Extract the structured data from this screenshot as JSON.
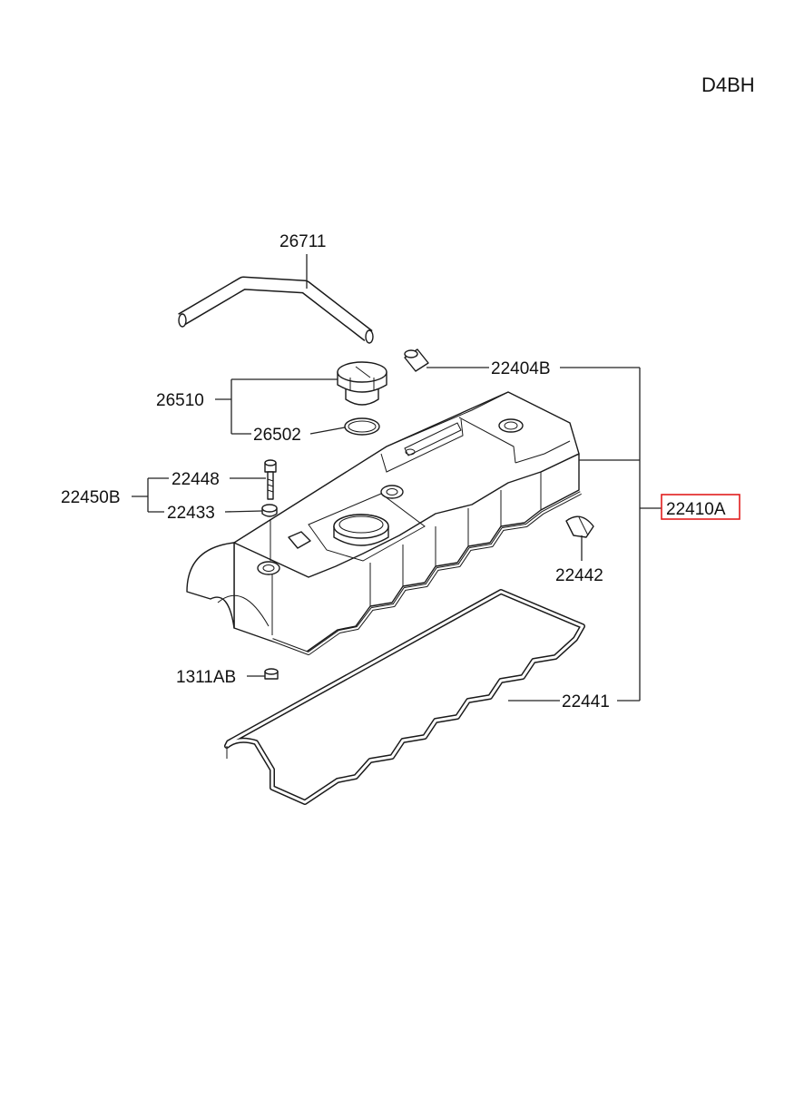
{
  "engine_code": "D4BH",
  "highlight_color": "#e11d1d",
  "highlighted_part": "22410A",
  "parts": {
    "hose": "26711",
    "oil_cap_assy": "26510",
    "oil_cap_gasket": "26502",
    "grommet": "22404B",
    "cover_assy": "22410A",
    "bolt_assy": "22450B",
    "bolt": "22448",
    "washer": "22433",
    "plug": "22442",
    "nut": "1311AB",
    "gasket": "22441"
  }
}
